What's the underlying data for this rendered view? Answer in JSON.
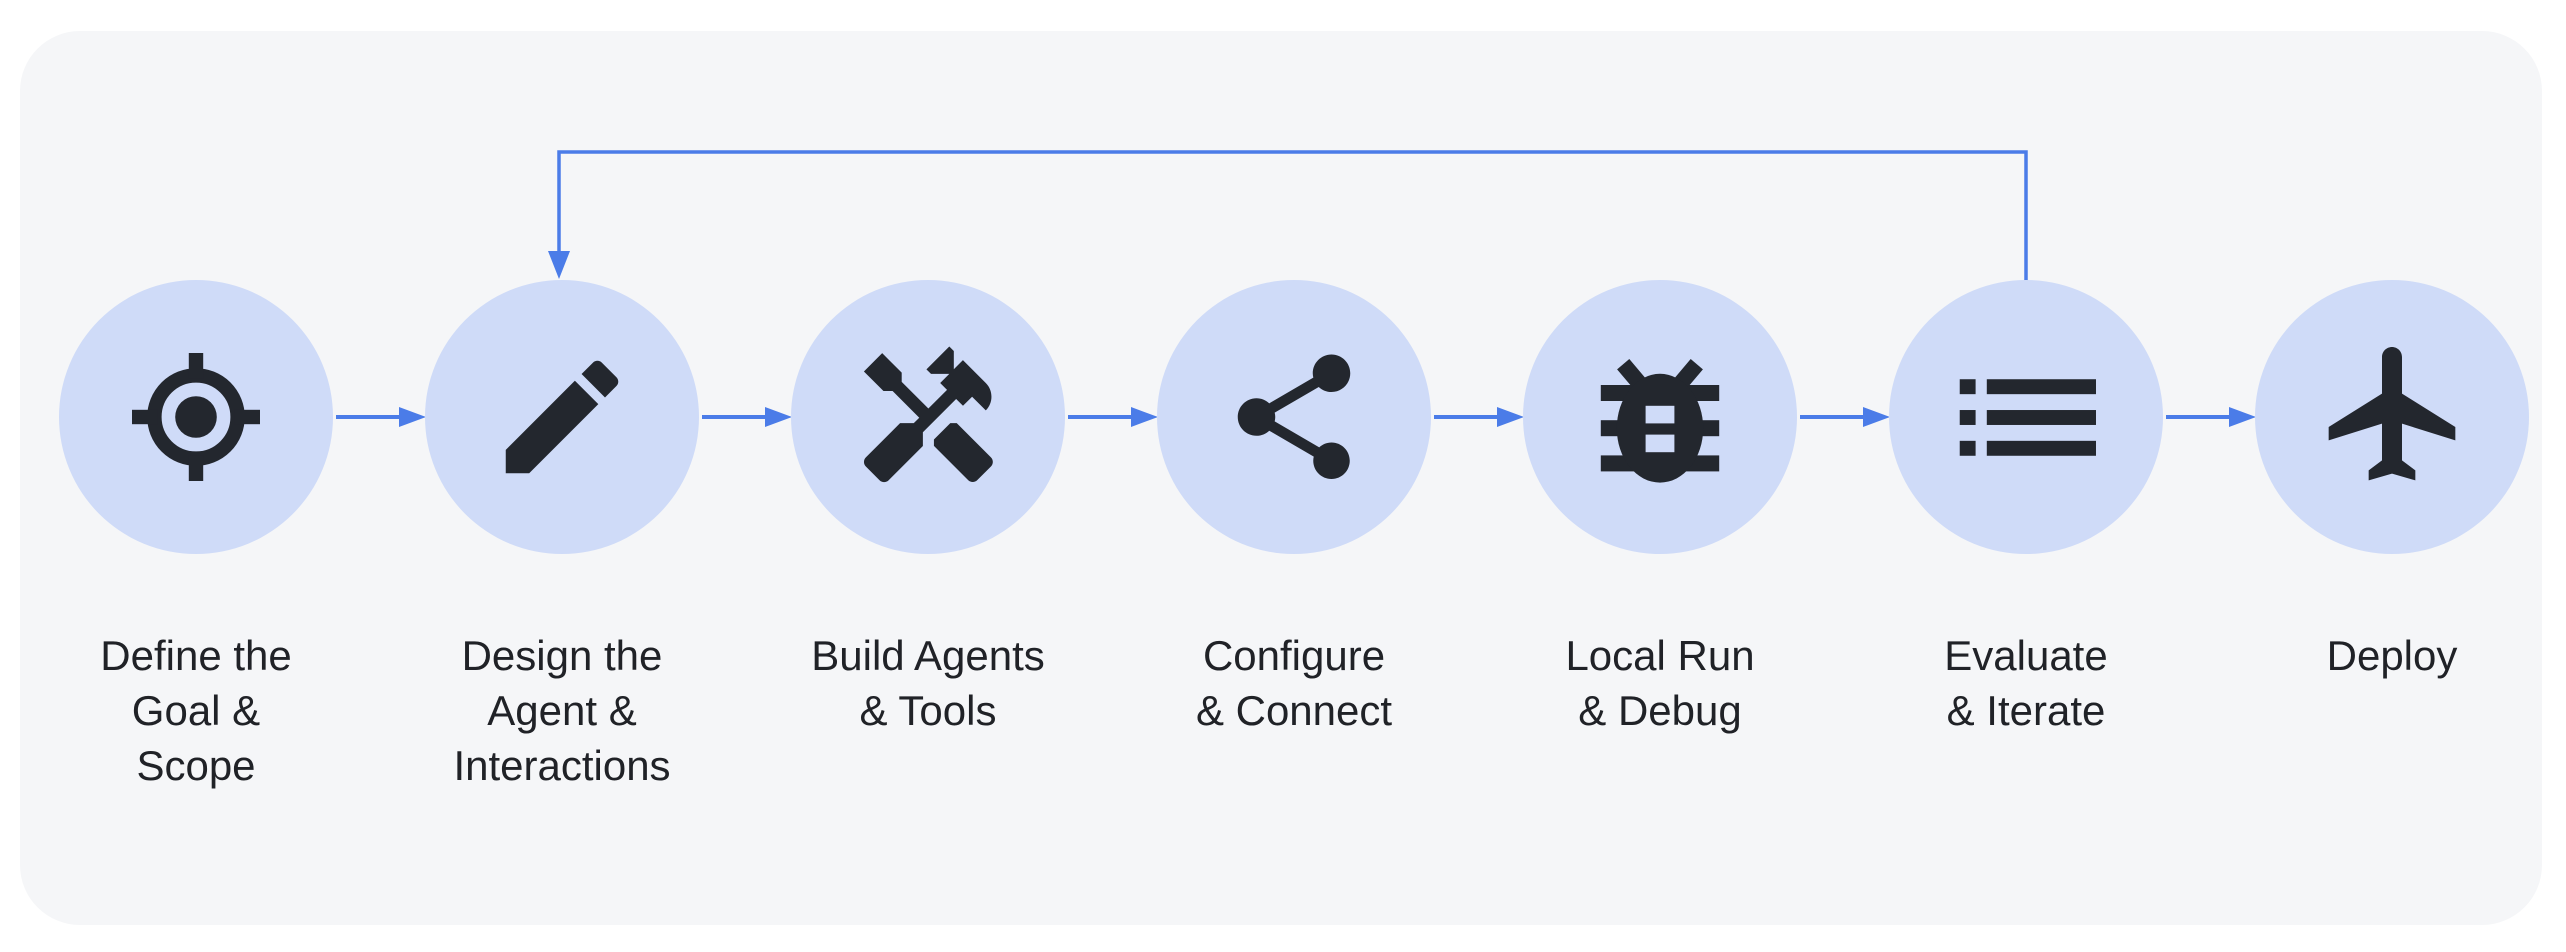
{
  "diagram": {
    "steps": [
      {
        "label": "Define the\nGoal &\nScope",
        "icon": "target-icon"
      },
      {
        "label": "Design the\nAgent &\nInteractions",
        "icon": "pencil-icon"
      },
      {
        "label": "Build Agents\n& Tools",
        "icon": "tools-icon"
      },
      {
        "label": "Configure\n& Connect",
        "icon": "share-icon"
      },
      {
        "label": "Local Run\n& Debug",
        "icon": "bug-icon"
      },
      {
        "label": "Evaluate\n& Iterate",
        "icon": "list-icon"
      },
      {
        "label": "Deploy",
        "icon": "plane-icon"
      }
    ],
    "feedback_loop": {
      "from": "Evaluate & Iterate",
      "to": "Design the Agent & Interactions"
    },
    "colors": {
      "page_background": "#FFFFFF",
      "card_background": "#F5F6F8",
      "circle_fill": "#CFDBF8",
      "icon_fill": "#23272E",
      "arrow_blue": "#4B7CE8",
      "label_text": "#202227"
    }
  }
}
